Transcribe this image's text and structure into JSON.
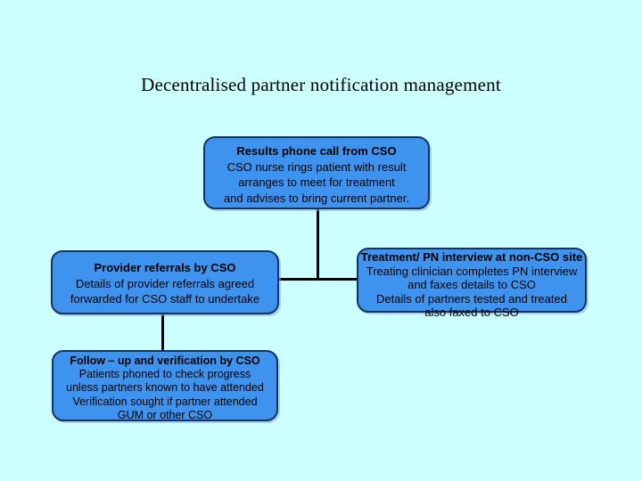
{
  "slide": {
    "title": "Decentralised partner notification management",
    "background_color": "#CCFFFF",
    "box_fill_color": "#3E93EE",
    "box_border_color": "#16325E",
    "connector_color": "#000000"
  },
  "boxes": {
    "results_phone_call": {
      "heading": "Results phone call from CSO",
      "lines": [
        "CSO nurse rings patient with result",
        "arranges to  meet for treatment",
        "and advises to bring current partner."
      ]
    },
    "provider_referrals": {
      "heading": "Provider referrals by CSO",
      "lines": [
        "Details of provider referrals agreed",
        "forwarded for CSO staff to undertake"
      ]
    },
    "treatment_interview": {
      "heading": "Treatment/ PN interview at non-CSO site",
      "lines": [
        "Treating clinician completes PN interview",
        "and faxes details to CSO",
        "Details of partners tested and treated",
        "also faxed to CSO"
      ]
    },
    "follow_up": {
      "heading": "Follow – up and verification by CSO",
      "lines": [
        "Patients phoned to check progress",
        "unless partners known to have attended",
        "Verification sought if partner attended",
        "GUM or other CSO"
      ]
    }
  }
}
